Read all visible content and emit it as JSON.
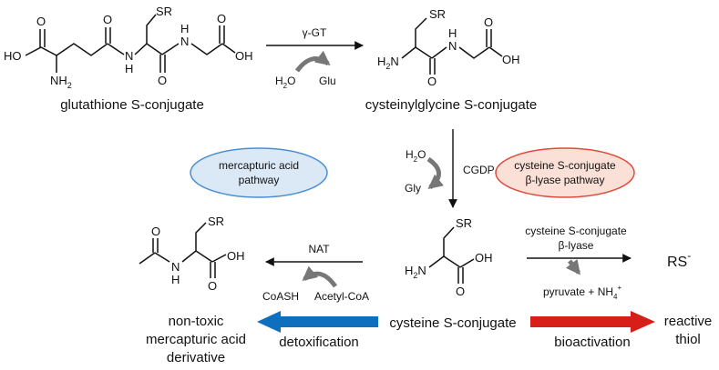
{
  "molecules": {
    "glutathione": {
      "name": "glutathione S-conjugate",
      "atoms": {
        "ho": "HO",
        "nh2": "NH",
        "nh2_sub": "2",
        "o1": "O",
        "nh1": "N",
        "h1": "H",
        "sr": "SR",
        "o2": "O",
        "nh3": "N",
        "h3": "H",
        "o3": "O",
        "oh": "OH"
      }
    },
    "cysteinylglycine": {
      "name": "cysteinylglycine S-conjugate",
      "atoms": {
        "h2n": "H",
        "h2n_sub": "2",
        "h2n_n": "N",
        "sr": "SR",
        "o1": "O",
        "nh": "N",
        "h": "H",
        "o2": "O",
        "oh": "OH"
      }
    },
    "cysteine": {
      "name": "cysteine S-conjugate",
      "atoms": {
        "h2n": "H",
        "h2n_sub": "2",
        "h2n_n": "N",
        "sr": "SR",
        "o": "O",
        "oh": "OH"
      }
    },
    "mercapturic": {
      "name_lines": [
        "mercapturic acid",
        "derivative"
      ],
      "qualifier": "non-toxic",
      "atoms": {
        "o1": "O",
        "n": "N",
        "h": "H",
        "sr": "SR",
        "oh": "OH",
        "o2": "O"
      }
    },
    "thiol": {
      "formula": "RS",
      "charge": "-",
      "qualifier": "reactive",
      "name": "thiol"
    }
  },
  "reactions": {
    "ggt": {
      "enzyme": "γ-GT",
      "in": "H",
      "in_sub": "2",
      "in_o": "O",
      "out": "Glu"
    },
    "cgdp": {
      "enzyme": "CGDP",
      "in": "H",
      "in_sub": "2",
      "in_o": "O",
      "out": "Gly"
    },
    "nat": {
      "enzyme": "NAT",
      "cofactor_out": "CoASH",
      "cofactor_in": "Acetyl-CoA"
    },
    "lyase": {
      "enzyme_lines": [
        "cysteine S-conjugate",
        "β-lyase"
      ],
      "products": "pyruvate + NH",
      "products_sub": "4",
      "products_sup": "+"
    }
  },
  "pathways": {
    "mercapturic": {
      "lines": [
        "mercapturic acid",
        "pathway"
      ],
      "fill": "#dbe8f6",
      "stroke": "#4a8fd0"
    },
    "betalyase": {
      "lines": [
        "cysteine S-conjugate",
        "β-lyase pathway"
      ],
      "fill": "#fbe0d8",
      "stroke": "#e04a3a"
    }
  },
  "outcomes": {
    "detox": {
      "label": "detoxification",
      "color": "#0e6fbf"
    },
    "bioact": {
      "label": "bioactivation",
      "color": "#d81e18"
    }
  },
  "colors": {
    "ink": "#111111",
    "cofactor_arrow": "#777777"
  }
}
